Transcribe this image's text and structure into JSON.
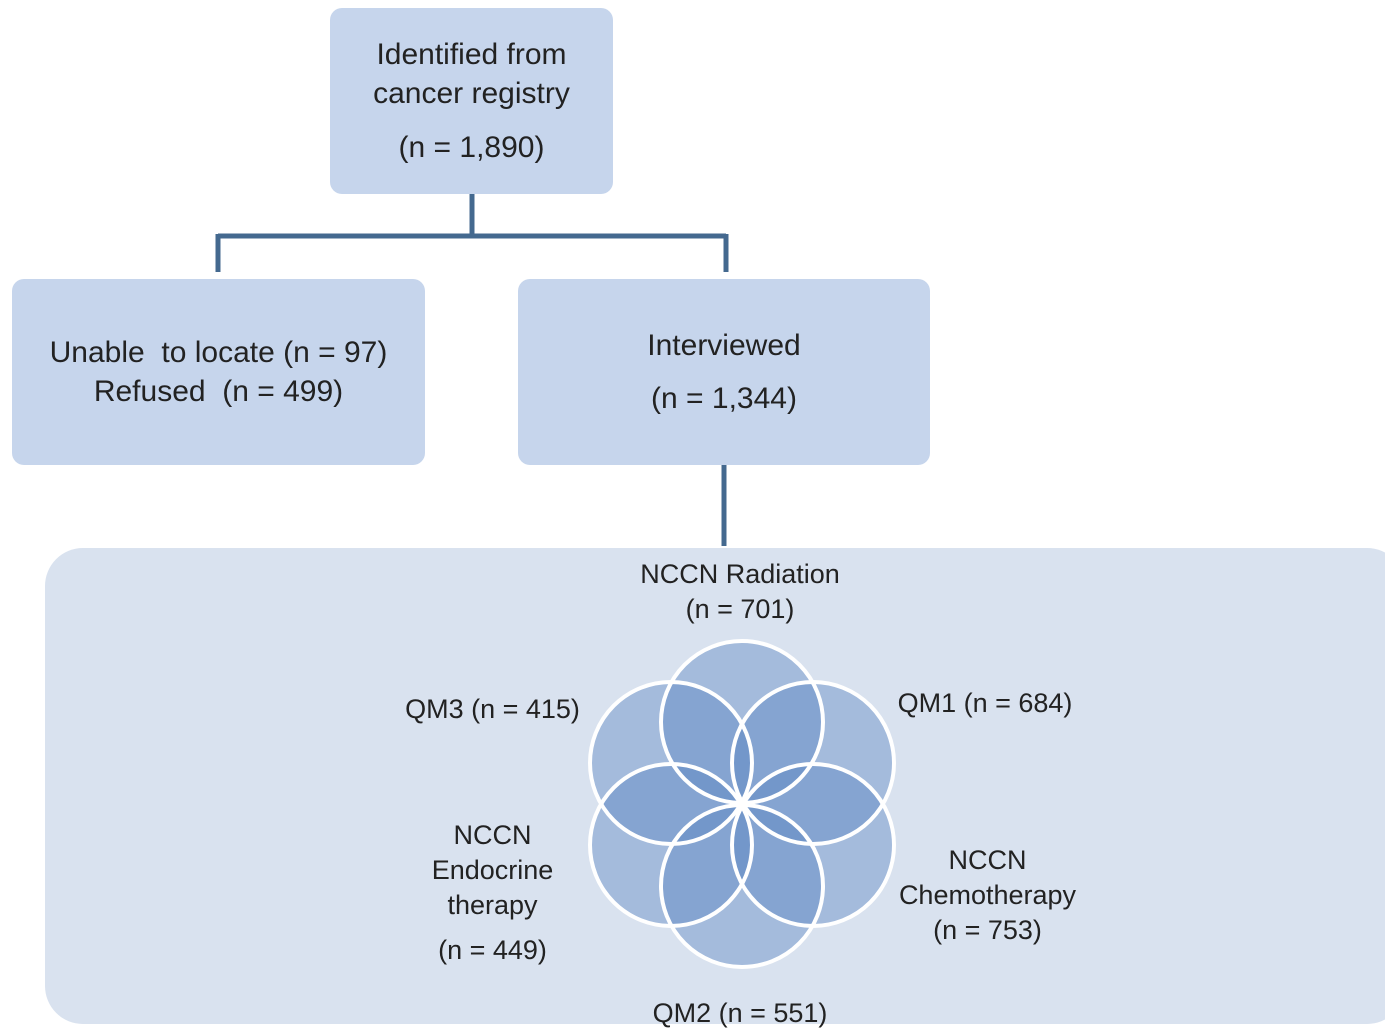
{
  "flowchart": {
    "identified": {
      "line1": "Identified from",
      "line2": "cancer registry",
      "count": "(n = 1,890)"
    },
    "excluded": {
      "line1": "Unable  to locate (n = 97)",
      "line2": "Refused  (n = 499)"
    },
    "interviewed": {
      "label": "Interviewed",
      "count": "(n = 1,344)"
    },
    "connector_color": "#44698f",
    "box_color": "#c6d5ec",
    "panel_color": "#d9e2ef"
  },
  "venn": {
    "circle_color": "#5a86c2",
    "outline_color": "#ffffff",
    "sets": [
      {
        "key": "radiation",
        "line1": "NCCN Radiation",
        "line2": "(n = 701)"
      },
      {
        "key": "qm1",
        "label": "QM1 (n = 684)"
      },
      {
        "key": "chemo",
        "line1": "NCCN",
        "line2": "Chemotherapy",
        "line3": "(n = 753)"
      },
      {
        "key": "qm2",
        "label": "QM2 (n = 551)"
      },
      {
        "key": "endocrine",
        "line1": "NCCN",
        "line2": "Endocrine",
        "line3": "therapy",
        "count": "(n = 449)"
      },
      {
        "key": "qm3",
        "label": "QM3 (n = 415)"
      }
    ]
  }
}
